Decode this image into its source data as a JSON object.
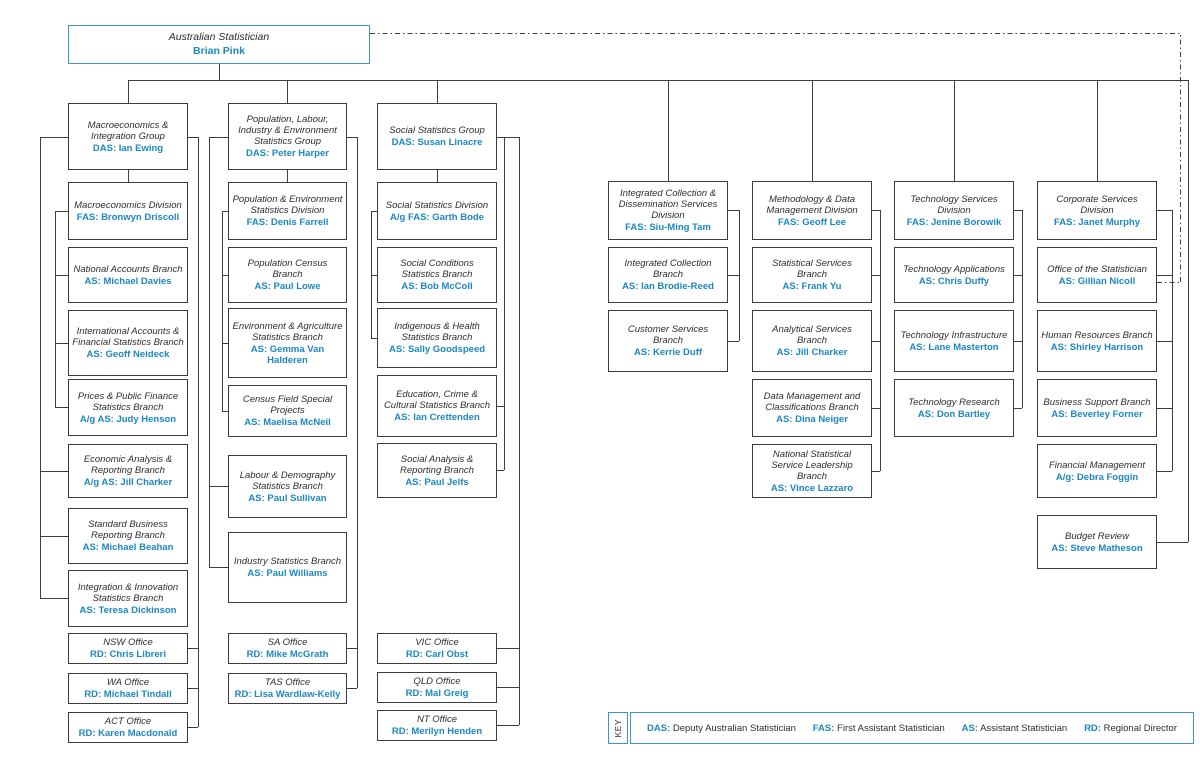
{
  "root_box": {
    "title": "Australian Statistician",
    "name": "Brian Pink"
  },
  "groups": [
    {
      "boxes": [
        {
          "title": "Macroeconomics & Integration Group",
          "role": "DAS: Ian Ewing"
        },
        {
          "title": "Macroeconomics Division",
          "role": "FAS: Bronwyn Driscoll"
        },
        {
          "title": "National Accounts Branch",
          "role": "AS: Michael Davies"
        },
        {
          "title": "International Accounts & Financial Statistics Branch",
          "role": "AS: Geoff Neideck"
        },
        {
          "title": "Prices & Public Finance Statistics Branch",
          "role": "A/g AS: Judy Henson"
        },
        {
          "title": "Economic Analysis & Reporting Branch",
          "role": "A/g AS: Jill Charker"
        },
        {
          "title": "Standard Business Reporting Branch",
          "role": "AS: Michael Beahan"
        },
        {
          "title": "Integration & Innovation Statistics Branch",
          "role": "AS: Teresa Dickinson"
        },
        {
          "title": "NSW Office",
          "role": "RD: Chris Libreri"
        },
        {
          "title": "WA Office",
          "role": "RD: Michael Tindall"
        },
        {
          "title": "ACT Office",
          "role": "RD: Karen Macdonald"
        }
      ]
    },
    {
      "boxes": [
        {
          "title": "Population, Labour, Industry & Environment Statistics Group",
          "role": "DAS: Peter Harper"
        },
        {
          "title": "Population & Environment Statistics Division",
          "role": "FAS: Denis Farrell"
        },
        {
          "title": "Population Census Branch",
          "role": "AS: Paul Lowe"
        },
        {
          "title": "Environment & Agriculture Statistics Branch",
          "role": "AS: Gemma Van Halderen"
        },
        {
          "title": "Census Field Special Projects",
          "role": "AS: Maelisa McNeil"
        },
        {
          "title": "Labour & Demography Statistics Branch",
          "role": "AS: Paul Sullivan"
        },
        {
          "title": "Industry Statistics Branch",
          "role": "AS: Paul Williams"
        },
        {
          "title": "SA Office",
          "role": "RD: Mike McGrath"
        },
        {
          "title": "TAS Office",
          "role": "RD: Lisa Wardlaw-Kelly"
        }
      ]
    },
    {
      "boxes": [
        {
          "title": "Social Statistics Group",
          "role": "DAS: Susan Linacre"
        },
        {
          "title": "Social Statistics Division",
          "role": "A/g FAS: Garth Bode"
        },
        {
          "title": "Social Conditions Statistics Branch",
          "role": "AS: Bob McColl"
        },
        {
          "title": "Indigenous & Health Statistics Branch",
          "role": "AS: Sally Goodspeed"
        },
        {
          "title": "Education, Crime & Cultural Statistics Branch",
          "role": "AS: Ian Crettenden"
        },
        {
          "title": "Social Analysis & Reporting Branch",
          "role": "AS: Paul Jelfs"
        },
        {
          "title": "VIC Office",
          "role": "RD: Carl Obst"
        },
        {
          "title": "QLD Office",
          "role": "RD: Mal Greig"
        },
        {
          "title": "NT Office",
          "role": "RD: Merilyn Henden"
        }
      ]
    },
    {
      "boxes": [
        {
          "title": "Integrated Collection & Dissemination Services Division",
          "role": "FAS: Siu-Ming Tam"
        },
        {
          "title": "Integrated Collection Branch",
          "role": "AS: Ian Brodie-Reed"
        },
        {
          "title": "Customer Services Branch",
          "role": "AS: Kerrie Duff"
        }
      ]
    },
    {
      "boxes": [
        {
          "title": "Methodology & Data Management Division",
          "role": "FAS: Geoff Lee"
        },
        {
          "title": "Statistical Services Branch",
          "role": "AS: Frank Yu"
        },
        {
          "title": "Analytical Services Branch",
          "role": "AS: Jill Charker"
        },
        {
          "title": "Data Management and Classifications Branch",
          "role": "AS: Dina Neiger"
        },
        {
          "title": "National Statistical Service Leadership Branch",
          "role": "AS: Vince Lazzaro"
        }
      ]
    },
    {
      "boxes": [
        {
          "title": "Technology Services Division",
          "role": "FAS: Jenine Borowik"
        },
        {
          "title": "Technology Applications",
          "role": "AS: Chris Duffy"
        },
        {
          "title": "Technology Infrastructure",
          "role": "AS: Lane Masterton"
        },
        {
          "title": "Technology Research",
          "role": "AS: Don Bartley"
        }
      ]
    },
    {
      "boxes": [
        {
          "title": "Corporate Services Division",
          "role": "FAS: Janet Murphy"
        },
        {
          "title": "Office of the Statistician",
          "role": "AS: Gillian Nicoll"
        },
        {
          "title": "Human Resources Branch",
          "role": "AS: Shirley Harrison"
        },
        {
          "title": "Business Support Branch",
          "role": "AS: Beverley Forner"
        },
        {
          "title": "Financial Management",
          "role": "A/g: Debra Foggin"
        },
        {
          "title": "Budget Review",
          "role": "AS: Steve Matheson"
        }
      ]
    }
  ],
  "key": {
    "label": "KEY",
    "items": [
      {
        "abbr": "DAS:",
        "meaning": "Deputy Australian Statistician"
      },
      {
        "abbr": "FAS:",
        "meaning": "First Assistant Statistician"
      },
      {
        "abbr": "AS:",
        "meaning": "Assistant Statistician"
      },
      {
        "abbr": "RD:",
        "meaning": "Regional Director"
      }
    ]
  },
  "colors": {
    "accent_blue": "#1c87c3",
    "border_blue": "#3f96c6",
    "line_dark": "#3f3f3f"
  }
}
